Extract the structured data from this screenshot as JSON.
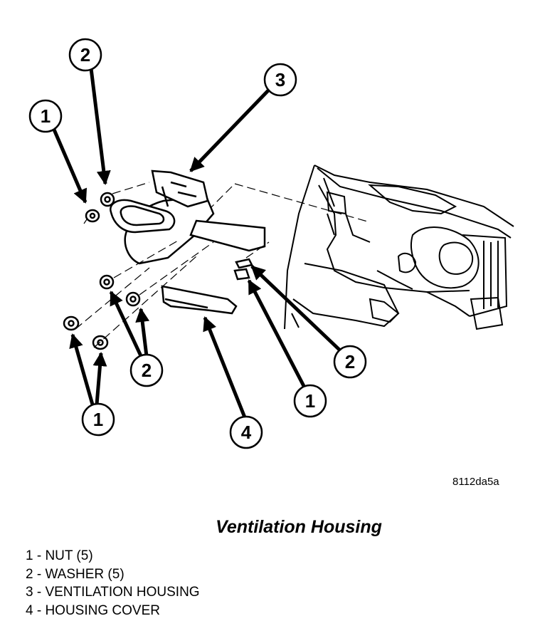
{
  "figure": {
    "title": "Ventilation Housing",
    "image_code": "8112da5a",
    "callouts": [
      "1",
      "2",
      "3",
      "1",
      "2",
      "2",
      "1",
      "4"
    ]
  },
  "legend": [
    "1 - NUT (5)",
    "2 - WASHER (5)",
    "3 - VENTILATION HOUSING",
    "4 - HOUSING COVER"
  ],
  "colors": {
    "ink": "#000000",
    "paper": "#ffffff"
  }
}
